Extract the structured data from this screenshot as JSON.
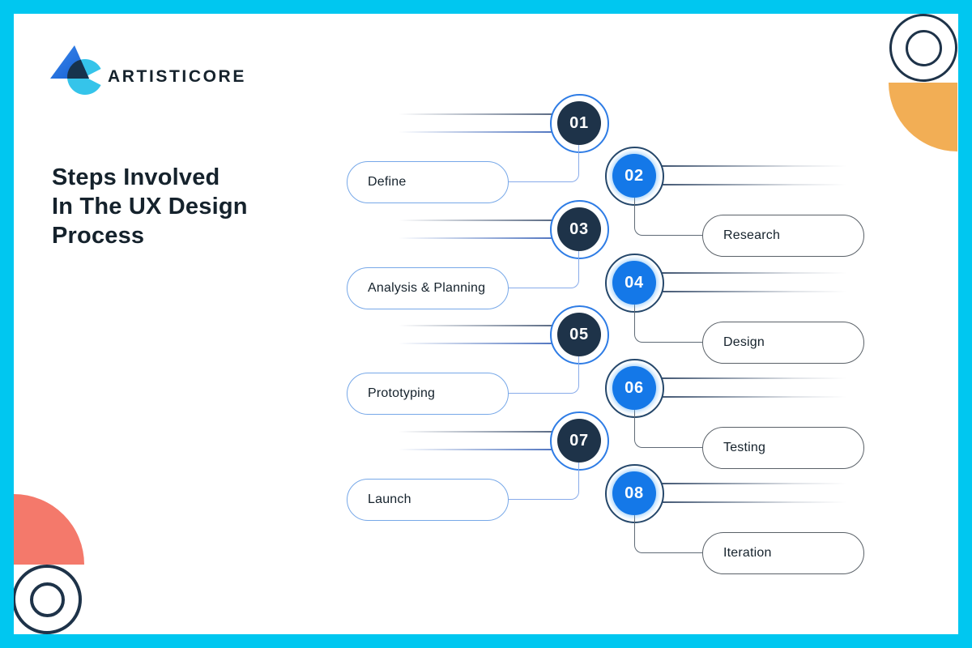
{
  "brand": {
    "name": "ARTISTICORE"
  },
  "headline": "Steps Involved\nIn The UX Design\nProcess",
  "steps": [
    {
      "number": "01",
      "label": "Define"
    },
    {
      "number": "02",
      "label": "Research"
    },
    {
      "number": "03",
      "label": "Analysis & Planning"
    },
    {
      "number": "04",
      "label": "Design"
    },
    {
      "number": "05",
      "label": "Prototyping"
    },
    {
      "number": "06",
      "label": "Testing"
    },
    {
      "number": "07",
      "label": "Launch"
    },
    {
      "number": "08",
      "label": "Iteration"
    }
  ],
  "colors": {
    "frame_cyan": "#00c7f0",
    "dark_navy": "#1e3349",
    "bright_blue": "#1478e8",
    "ring_blue": "#2e7ce5",
    "ring_navy": "#26486b",
    "conn_blue": "#88abea",
    "conn_gray": "#5f6a76",
    "pill_border_left": "#77a8e8",
    "pill_border_right": "#5a6168",
    "orange": "#f2ae55",
    "coral": "#f4796b",
    "text_dark": "#15222c",
    "logo_blue": "#2471db",
    "logo_cyan": "#35c4ea",
    "logo_overlap": "#17334d"
  }
}
